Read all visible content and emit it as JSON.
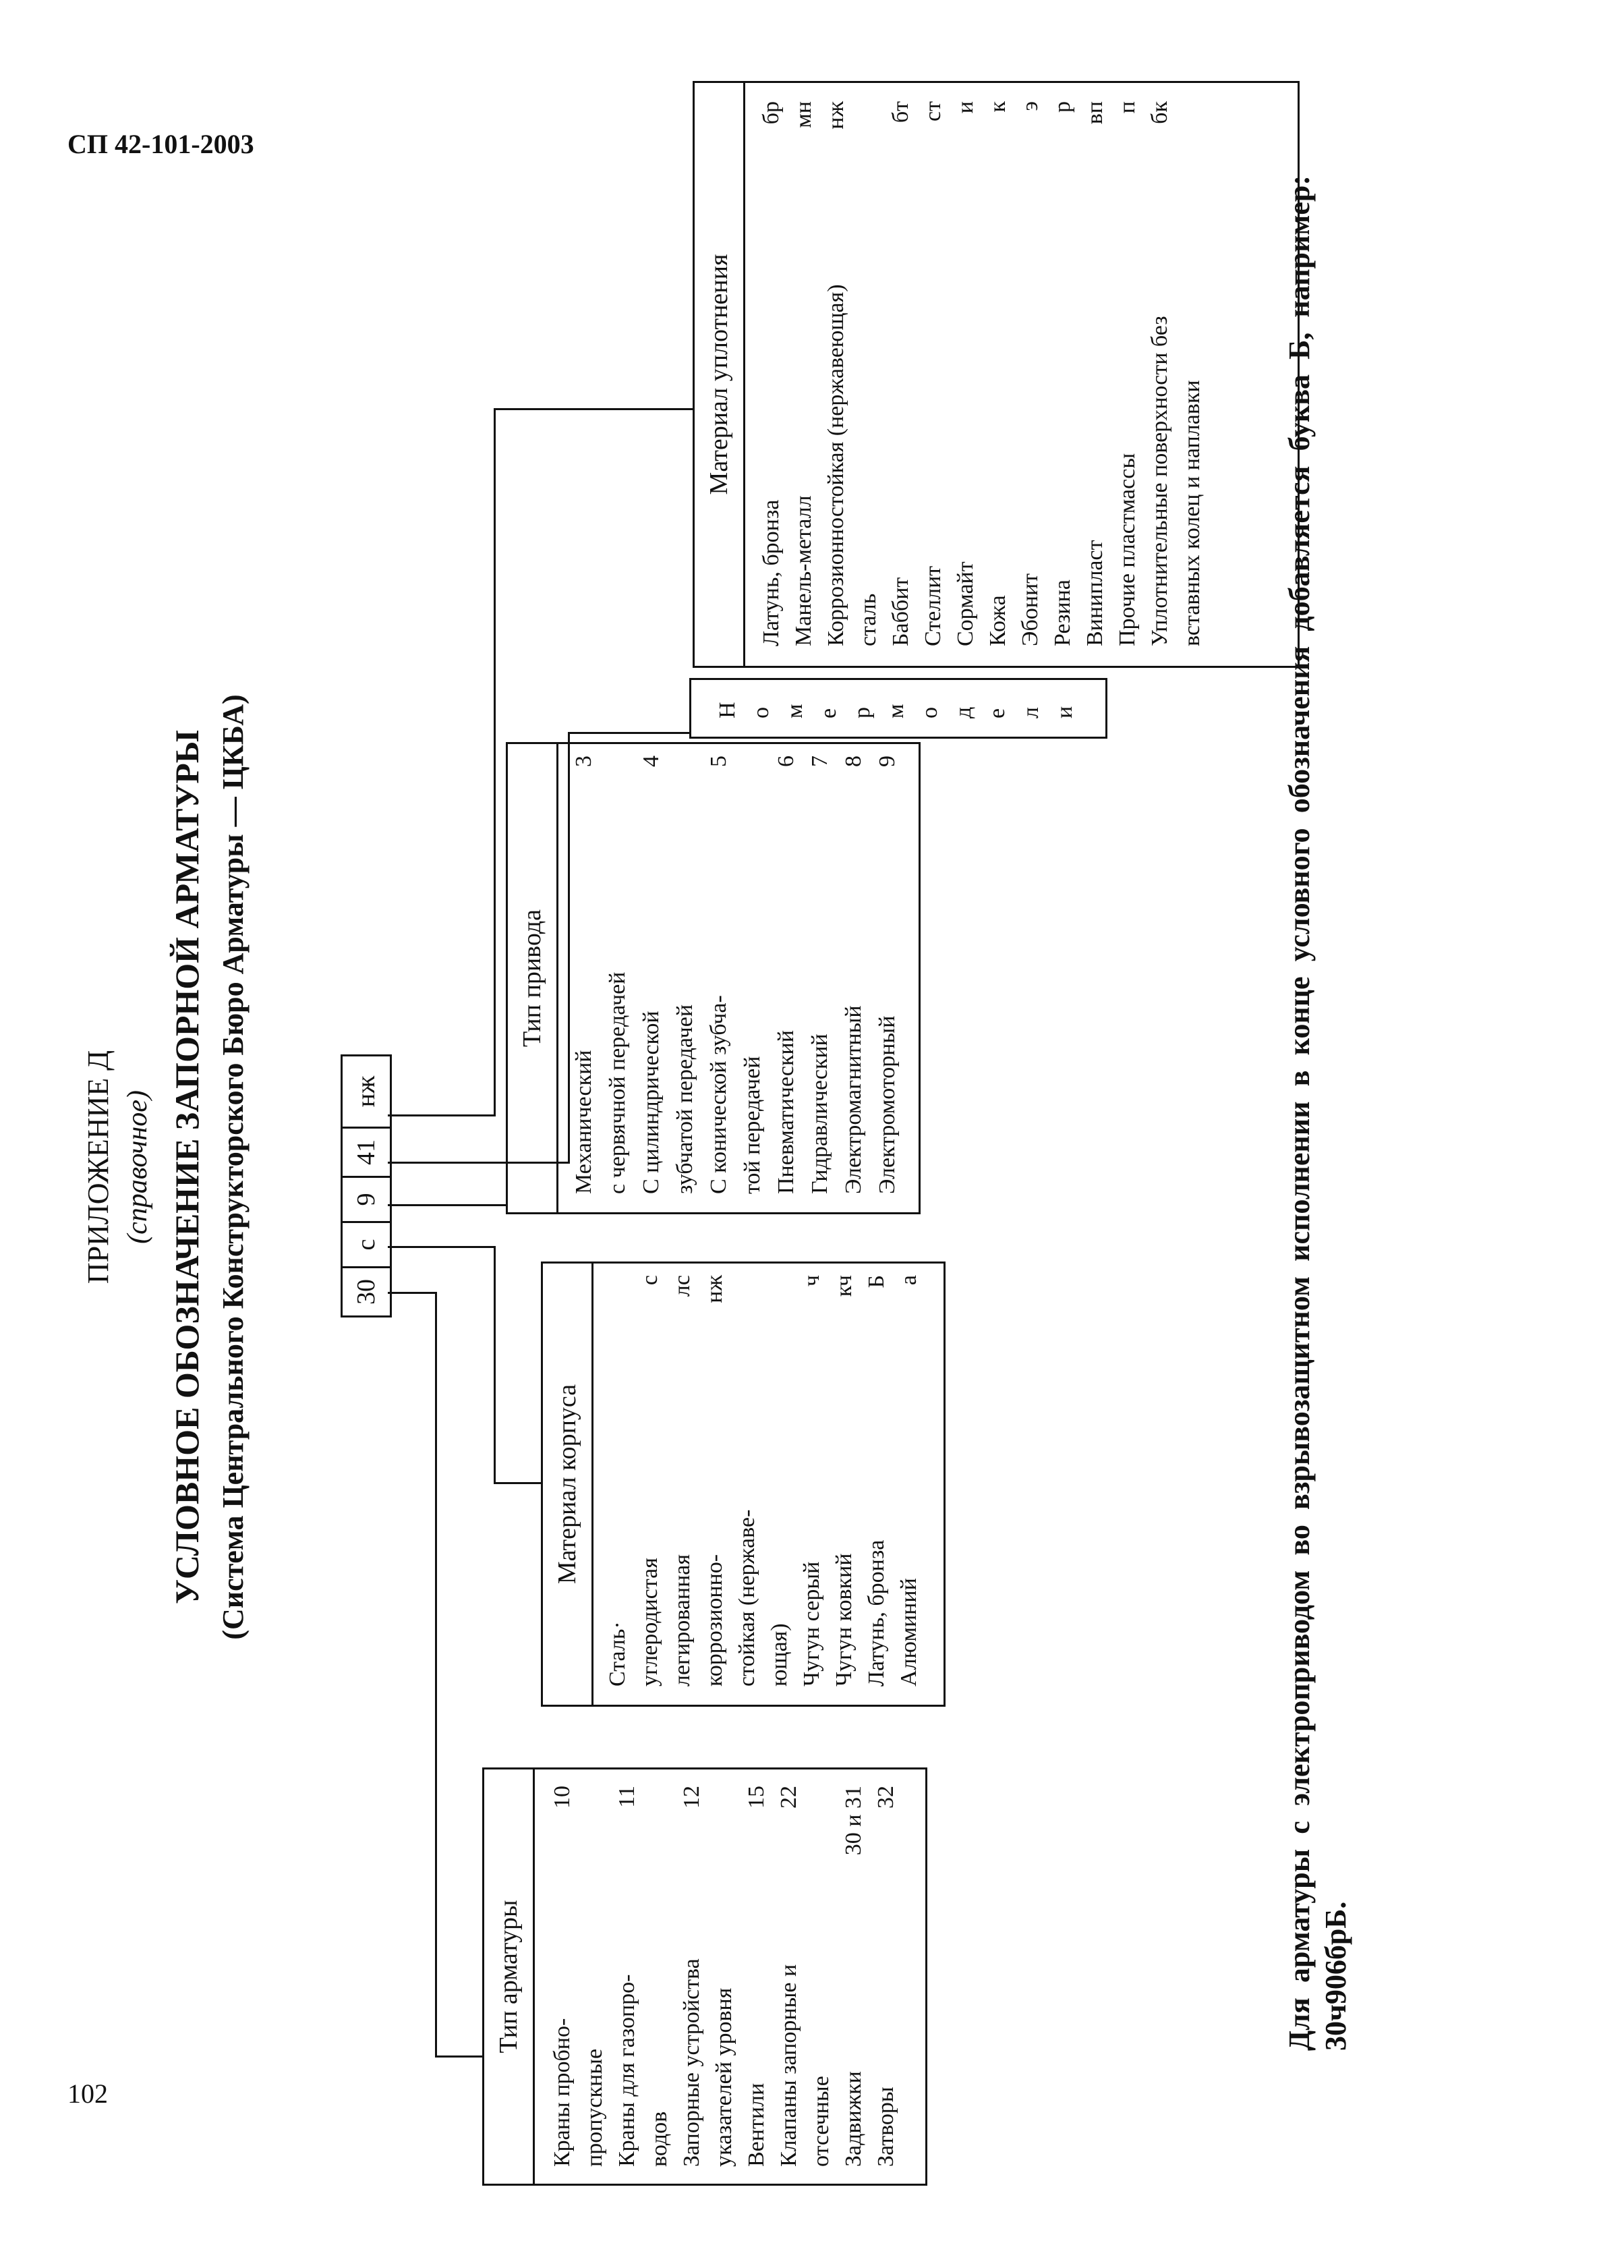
{
  "header": {
    "doc_code": "СП 42-101-2003",
    "page_number": "102"
  },
  "titles": {
    "appendix": "ПРИЛОЖЕНИЕ Д",
    "appendix_kind": "(справочное)",
    "main": "УСЛОВНОЕ ОБОЗНАЧЕНИЕ ЗАПОРНОЙ АРМАТУРЫ",
    "system": "(Система Центрального Конструкторского Бюро Арматуры — ЦКБА)"
  },
  "code_parts": [
    "30",
    "с",
    "9",
    "41",
    "нж"
  ],
  "fitting_type": {
    "header": "Тип арматуры",
    "items": [
      {
        "lines": [
          "Краны пробно-",
          "пропускные"
        ],
        "code": "10"
      },
      {
        "lines": [
          "Краны для газопро-",
          "водов"
        ],
        "code": "11"
      },
      {
        "lines": [
          "Запорные устройства",
          "указателей уровня"
        ],
        "code": "12"
      },
      {
        "lines": [
          "Вентили"
        ],
        "code": "15"
      },
      {
        "lines": [
          "Клапаны запорные и",
          "отсечные"
        ],
        "code": "22"
      },
      {
        "lines": [
          "Задвижки"
        ],
        "code": "30 и 31"
      },
      {
        "lines": [
          "Затворы"
        ],
        "code": "32"
      }
    ]
  },
  "body_material": {
    "header": "Материал корпуса",
    "items": [
      {
        "lines": [
          "Сталь·"
        ],
        "code": ""
      },
      {
        "lines": [
          "углеродистая"
        ],
        "code": "с"
      },
      {
        "lines": [
          "легированная"
        ],
        "code": "лс"
      },
      {
        "lines": [
          "коррозионно-",
          "стойкая (нержаве-",
          "ющая)"
        ],
        "code": "нж"
      },
      {
        "lines": [
          "Чугун серый"
        ],
        "code": "ч"
      },
      {
        "lines": [
          "Чугун ковкий"
        ],
        "code": "кч"
      },
      {
        "lines": [
          "Латунь, бронза"
        ],
        "code": "Б"
      },
      {
        "lines": [
          "Алюминий"
        ],
        "code": "а"
      }
    ]
  },
  "drive_type": {
    "header": "Тип привода",
    "items": [
      {
        "lines": [
          "Механический",
          "с червячной передачей"
        ],
        "code": "3"
      },
      {
        "lines": [
          "С цилиндрической",
          "зубчатой передачей"
        ],
        "code": "4"
      },
      {
        "lines": [
          "С конической зубча-",
          "той передачей"
        ],
        "code": "5"
      },
      {
        "lines": [
          "Пневматический"
        ],
        "code": "6"
      },
      {
        "lines": [
          "Гидравлический"
        ],
        "code": "7"
      },
      {
        "lines": [
          "Электромагнитный"
        ],
        "code": "8"
      },
      {
        "lines": [
          "Электромоторный"
        ],
        "code": "9"
      }
    ]
  },
  "model_number": {
    "label": "Номер модели"
  },
  "seal_material": {
    "header": "Материал уплотнения",
    "items": [
      {
        "lines": [
          "Латунь, бронза"
        ],
        "code": "бр"
      },
      {
        "lines": [
          "Манель-металл"
        ],
        "code": "мн"
      },
      {
        "lines": [
          "Коррозионностойкая (нержавеющая)",
          "сталь"
        ],
        "code": "нж"
      },
      {
        "lines": [
          "Баббит"
        ],
        "code": "бт"
      },
      {
        "lines": [
          "Стеллит"
        ],
        "code": "ст"
      },
      {
        "lines": [
          "Сормайт"
        ],
        "code": "и"
      },
      {
        "lines": [
          "Кожа"
        ],
        "code": "к"
      },
      {
        "lines": [
          "Эбонит"
        ],
        "code": "э"
      },
      {
        "lines": [
          "Резина"
        ],
        "code": "р"
      },
      {
        "lines": [
          "Винипласт"
        ],
        "code": "вп"
      },
      {
        "lines": [
          "Прочие пластмассы"
        ],
        "code": "п"
      },
      {
        "lines": [
          "Уплотнительные поверхности без",
          "вставных колец и наплавки"
        ],
        "code": "бк"
      }
    ]
  },
  "note": "Для арматуры с электроприводом во взрывозащитном исполнении в конце условного обозначения добавляется буква Б, например: 30ч906брБ."
}
